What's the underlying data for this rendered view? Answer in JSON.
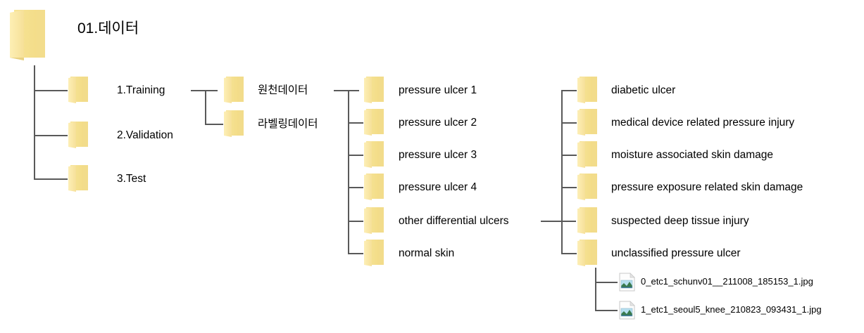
{
  "diagram": {
    "title": "01.데이터",
    "type": "folder-tree",
    "colors": {
      "connector": "#595959",
      "folder_light": "#fbe9a5",
      "folder_mid": "#f6df92",
      "folder_dark": "#edd176",
      "text": "#000000",
      "background": "#ffffff"
    },
    "root": {
      "label": "01.데이터",
      "icon": "folder-icon"
    },
    "level1": {
      "items": [
        {
          "label": "1.Training",
          "icon": "folder-icon"
        },
        {
          "label": "2.Validation",
          "icon": "folder-icon"
        },
        {
          "label": "3.Test",
          "icon": "folder-icon"
        }
      ]
    },
    "level2": {
      "parent": "1.Training",
      "items": [
        {
          "label": "원천데이터",
          "icon": "folder-icon"
        },
        {
          "label": "라벨링데이터",
          "icon": "folder-icon"
        }
      ]
    },
    "level3": {
      "parent": "원천데이터",
      "items": [
        {
          "label": "pressure ulcer 1",
          "icon": "folder-icon"
        },
        {
          "label": "pressure ulcer 2",
          "icon": "folder-icon"
        },
        {
          "label": "pressure ulcer 3",
          "icon": "folder-icon"
        },
        {
          "label": "pressure ulcer 4",
          "icon": "folder-icon"
        },
        {
          "label": "other differential ulcers",
          "icon": "folder-icon"
        },
        {
          "label": "normal skin",
          "icon": "folder-icon"
        }
      ]
    },
    "level4": {
      "parent": "other differential ulcers",
      "items": [
        {
          "label": "diabetic ulcer",
          "icon": "folder-icon"
        },
        {
          "label": "medical device related pressure injury",
          "icon": "folder-icon"
        },
        {
          "label": "moisture associated skin damage",
          "icon": "folder-icon"
        },
        {
          "label": "pressure exposure related skin damage",
          "icon": "folder-icon"
        },
        {
          "label": "suspected deep tissue injury",
          "icon": "folder-icon"
        },
        {
          "label": "unclassified pressure ulcer",
          "icon": "folder-icon"
        }
      ]
    },
    "level5": {
      "parent": "unclassified pressure ulcer",
      "items": [
        {
          "label": "0_etc1_schunv01__211008_185153_1.jpg",
          "icon": "image-file-icon"
        },
        {
          "label": "1_etc1_seoul5_knee_210823_093431_1.jpg",
          "icon": "image-file-icon"
        }
      ]
    }
  }
}
